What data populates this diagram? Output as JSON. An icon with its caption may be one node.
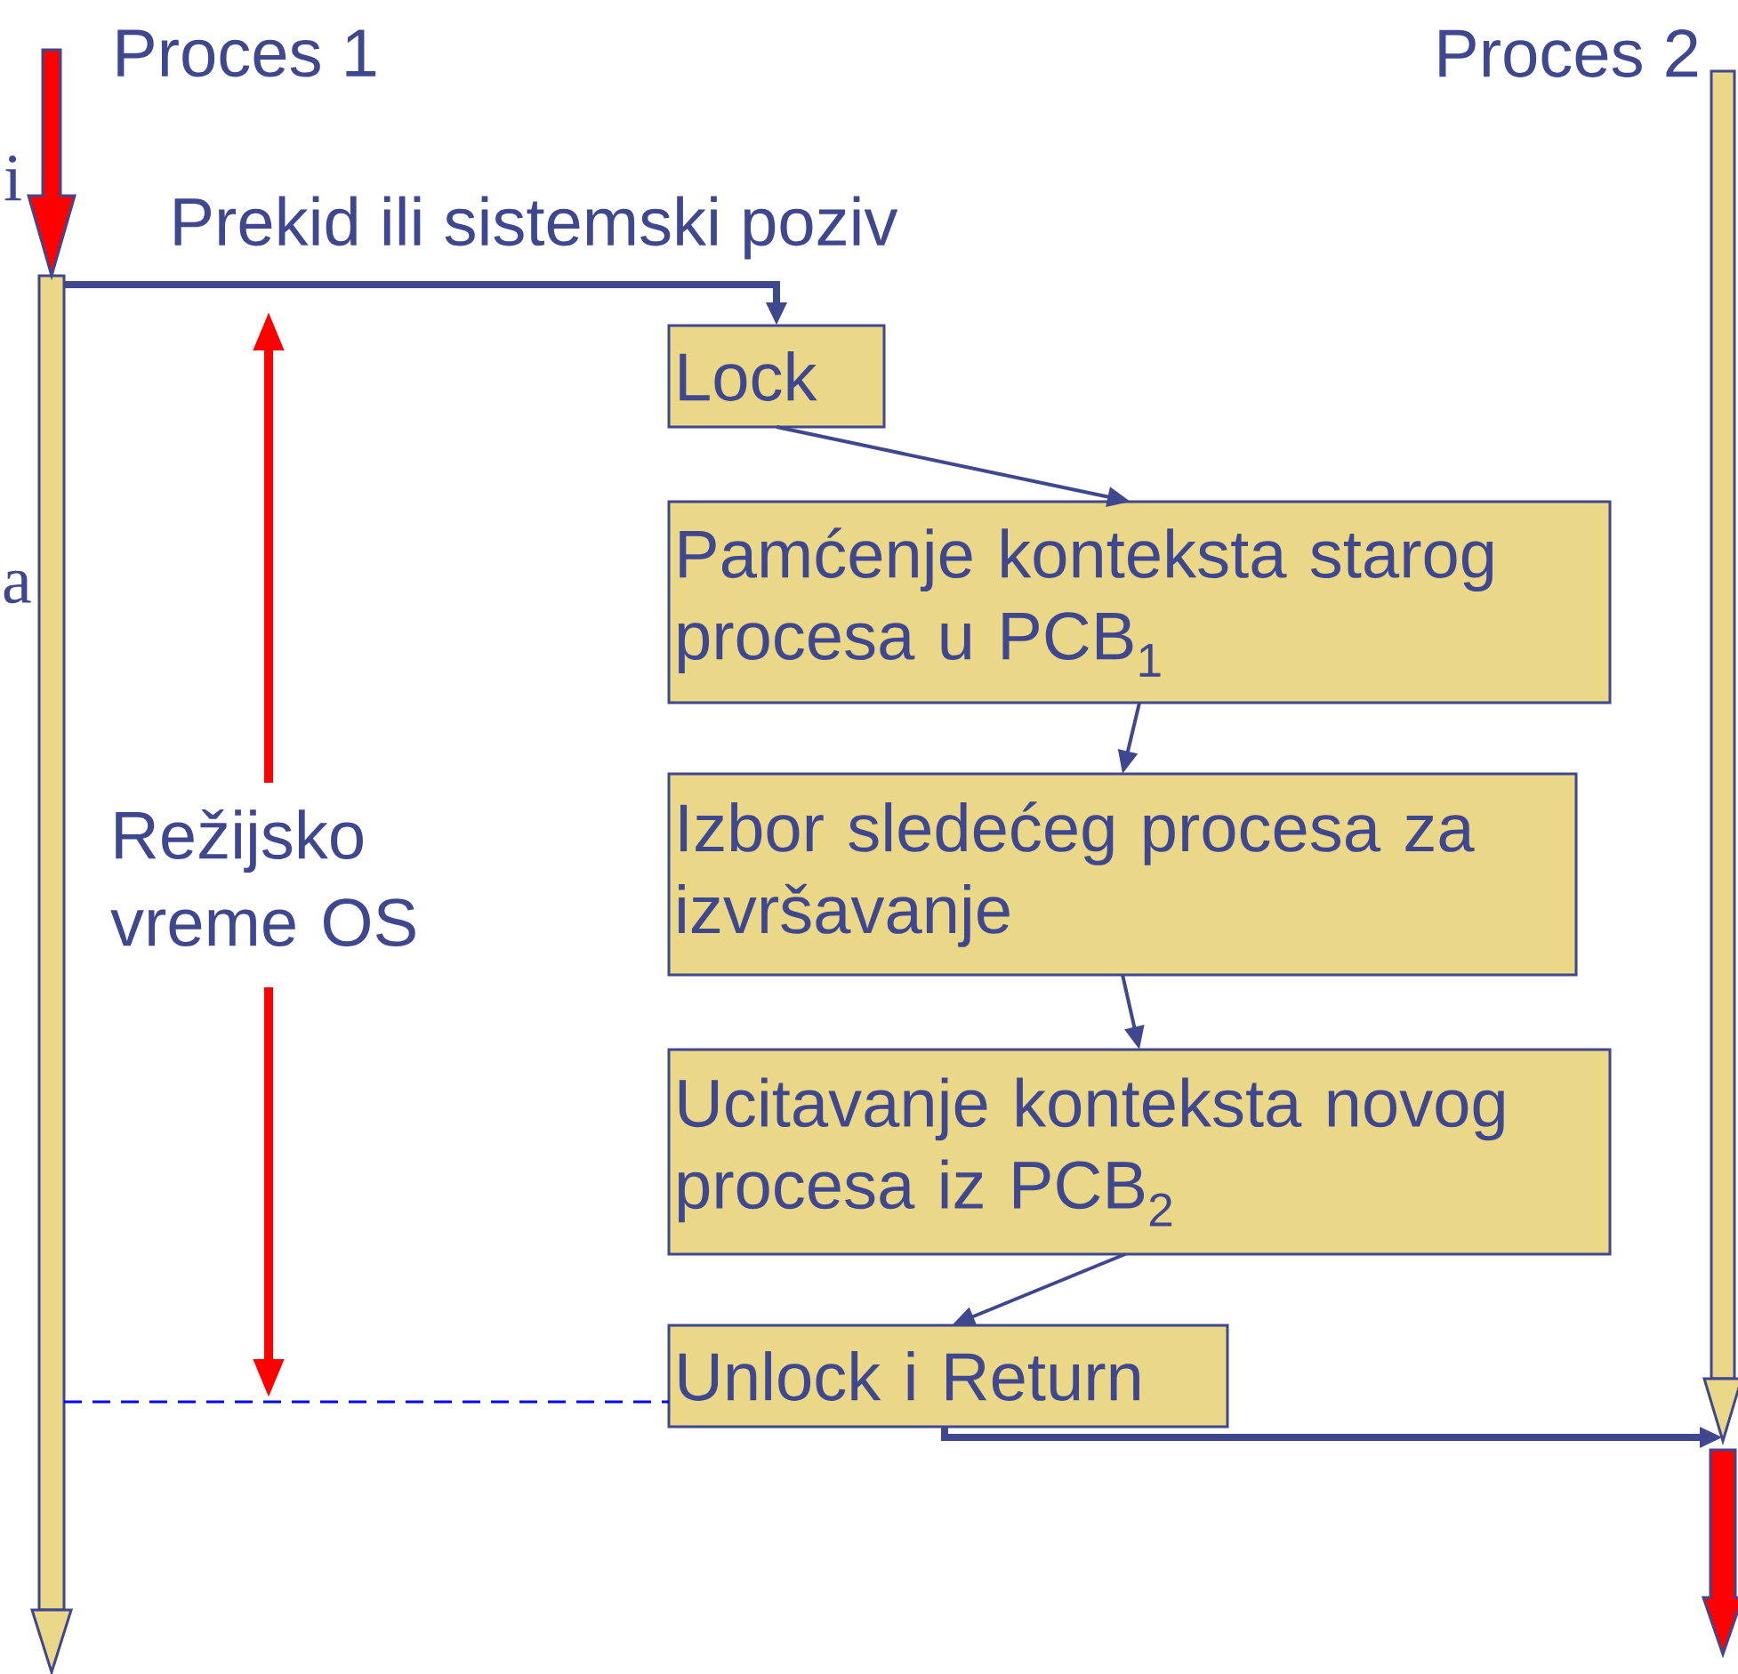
{
  "diagram": {
    "nodes": [
      {
        "text": [
          "Proces 1"
        ]
      },
      {
        "text": [
          "Lock"
        ]
      },
      {
        "text": [
          "Pamćenje konteksta starog procesa u PCB$_{1}$"
        ]
      },
      {
        "text": [
          "Izbor sledećeg procesa za izvršavanje"
        ]
      },
      {
        "text": [
          "Ucitavanje konteksta novog procesa iz PCB$_{2}$"
        ]
      },
      {
        "text": [
          "Unlock i Return"
        ]
      },
      {
        "text": [
          "Proces 2"
        ]
      }
    ],
    "edges": [
      {
        "from": 0,
        "to": 1,
        "arrow": "to",
        "label": "Prekid ili sistemski poziv",
        "style": "thick"
      },
      {
        "from": 1,
        "to": 2,
        "arrow": "to"
      },
      {
        "from": 2,
        "to": 3,
        "arrow": "to"
      },
      {
        "from": 3,
        "to": 4,
        "arrow": "to"
      },
      {
        "from": 4,
        "to": 5,
        "arrow": "to"
      },
      {
        "from": 5,
        "to": 6,
        "arrow": "to",
        "style": "thick"
      },
      {
        "from": 0,
        "to": 5,
        "arrow": "none",
        "style": "dashed",
        "color": "#0000ff"
      },
      {
        "from": null,
        "to": 0,
        "arrow": "to",
        "style": "thick",
        "color": "#ff0000"
      },
      {
        "from": 6,
        "to": null,
        "arrow": "to",
        "style": "thick",
        "color": "#ff0000"
      }
    ],
    "labels": [
      "i",
      "a",
      "Režijsko vreme OS"
    ]
  }
}
